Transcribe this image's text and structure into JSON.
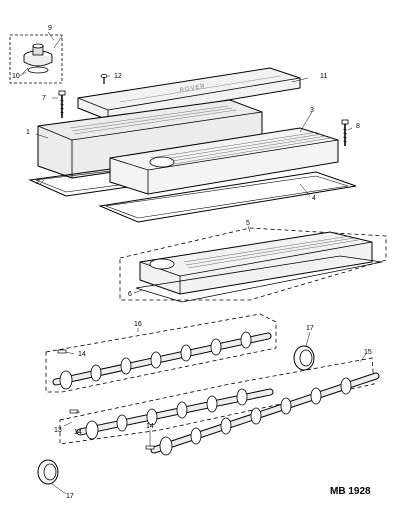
{
  "figure": {
    "reference": "MB 1928",
    "embossed_text": "ROVER"
  },
  "callouts": [
    {
      "id": "c1",
      "label": "1"
    },
    {
      "id": "c2",
      "label": "2"
    },
    {
      "id": "c3",
      "label": "3"
    },
    {
      "id": "c4",
      "label": "4"
    },
    {
      "id": "c5",
      "label": "5"
    },
    {
      "id": "c6",
      "label": "6"
    },
    {
      "id": "c7",
      "label": "7"
    },
    {
      "id": "c8",
      "label": "8"
    },
    {
      "id": "c9",
      "label": "9"
    },
    {
      "id": "c10",
      "label": "10"
    },
    {
      "id": "c11",
      "label": "11"
    },
    {
      "id": "c12",
      "label": "12"
    },
    {
      "id": "c13",
      "label": "13"
    },
    {
      "id": "c14a",
      "label": "14"
    },
    {
      "id": "c14b",
      "label": "14"
    },
    {
      "id": "c14c",
      "label": "14"
    },
    {
      "id": "c15",
      "label": "15"
    },
    {
      "id": "c16",
      "label": "16"
    },
    {
      "id": "c17a",
      "label": "17"
    },
    {
      "id": "c17b",
      "label": "17"
    }
  ]
}
